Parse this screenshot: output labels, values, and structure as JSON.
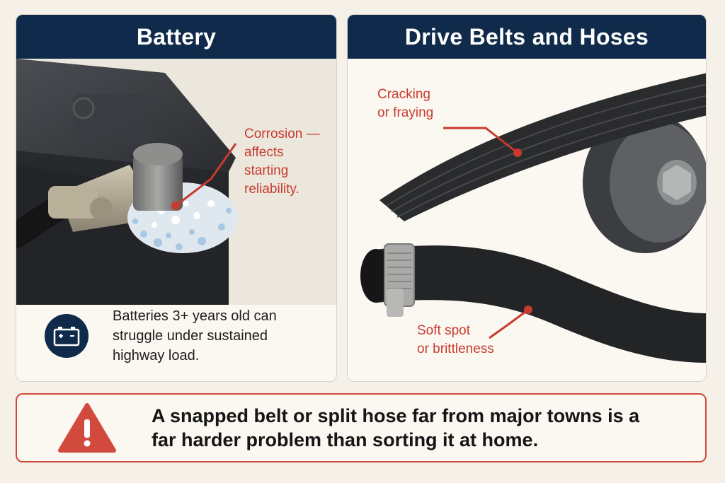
{
  "battery_panel": {
    "title": "Battery",
    "callout": "Corrosion —\naffects\nstarting\nreliability.",
    "info_text": "Batteries 3+ years old can struggle under sustained highway load.",
    "icon": "battery-icon"
  },
  "belts_panel": {
    "title": "Drive Belts and Hoses",
    "callout_belt": "Cracking\nor fraying",
    "callout_hose": "Soft spot\nor brittleness"
  },
  "warning": {
    "icon": "warning-triangle-icon",
    "text": "A snapped belt or split hose far from major towns is a far harder problem than sorting it at home."
  },
  "colors": {
    "header": "#0f2a4a",
    "callout": "#c83a2e",
    "warning": "#d24a3e",
    "background": "#f6f1e8"
  }
}
